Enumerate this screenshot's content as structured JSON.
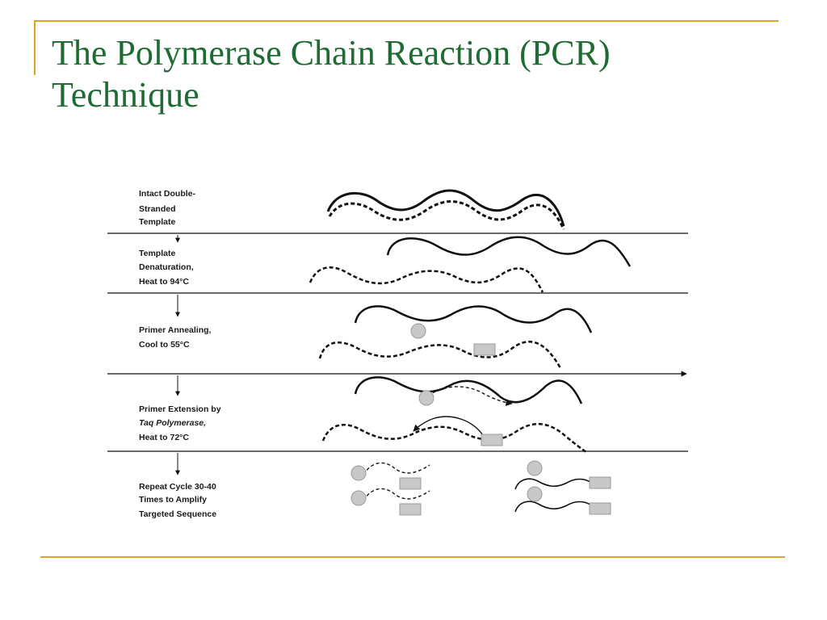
{
  "theme": {
    "accent": "#DAA520",
    "title_color": "#1E6B33",
    "ink": "#111111",
    "marker_fill": "#c8c8c8"
  },
  "slide": {
    "title_line1": "The Polymerase Chain Reaction (PCR)",
    "title_line2": "Technique"
  },
  "diagram": {
    "steps": [
      {
        "label_lines": [
          "Intact Double-",
          "Stranded",
          "Template"
        ]
      },
      {
        "label_lines": [
          "Template",
          "Denaturation,",
          "Heat to 94°C"
        ]
      },
      {
        "label_lines": [
          "Primer Annealing,",
          "Cool to 55°C"
        ]
      },
      {
        "label_lines": [
          "Primer Extension by",
          "Taq Polymerase,",
          "Heat to 72°C"
        ]
      },
      {
        "label_lines": [
          "Repeat Cycle 30-40",
          "Times to Amplify",
          "Targeted Sequence"
        ]
      }
    ]
  }
}
